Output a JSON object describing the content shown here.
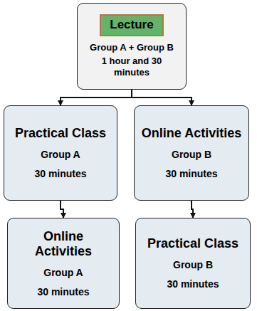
{
  "diagram": {
    "nodes": [
      {
        "text": [
          "Lecture",
          "Group A + Group B",
          "1 hour and 30 minutes"
        ]
      },
      {
        "text": [
          "Practical Class",
          "Group A",
          "30 minutes"
        ]
      },
      {
        "text": [
          "Online Activities",
          "Group B",
          "30 minutes"
        ]
      },
      {
        "text": [
          "Online Activities",
          "Group A",
          "30 minutes"
        ]
      },
      {
        "text": [
          "Practical Class",
          "Group B",
          "30 minutes"
        ]
      }
    ],
    "edges": [
      {
        "from": 0,
        "to": 1,
        "arrow": "to"
      },
      {
        "from": 0,
        "to": 2,
        "arrow": "to"
      },
      {
        "from": 1,
        "to": 3,
        "arrow": "to"
      },
      {
        "from": 2,
        "to": 4,
        "arrow": "to"
      }
    ]
  }
}
